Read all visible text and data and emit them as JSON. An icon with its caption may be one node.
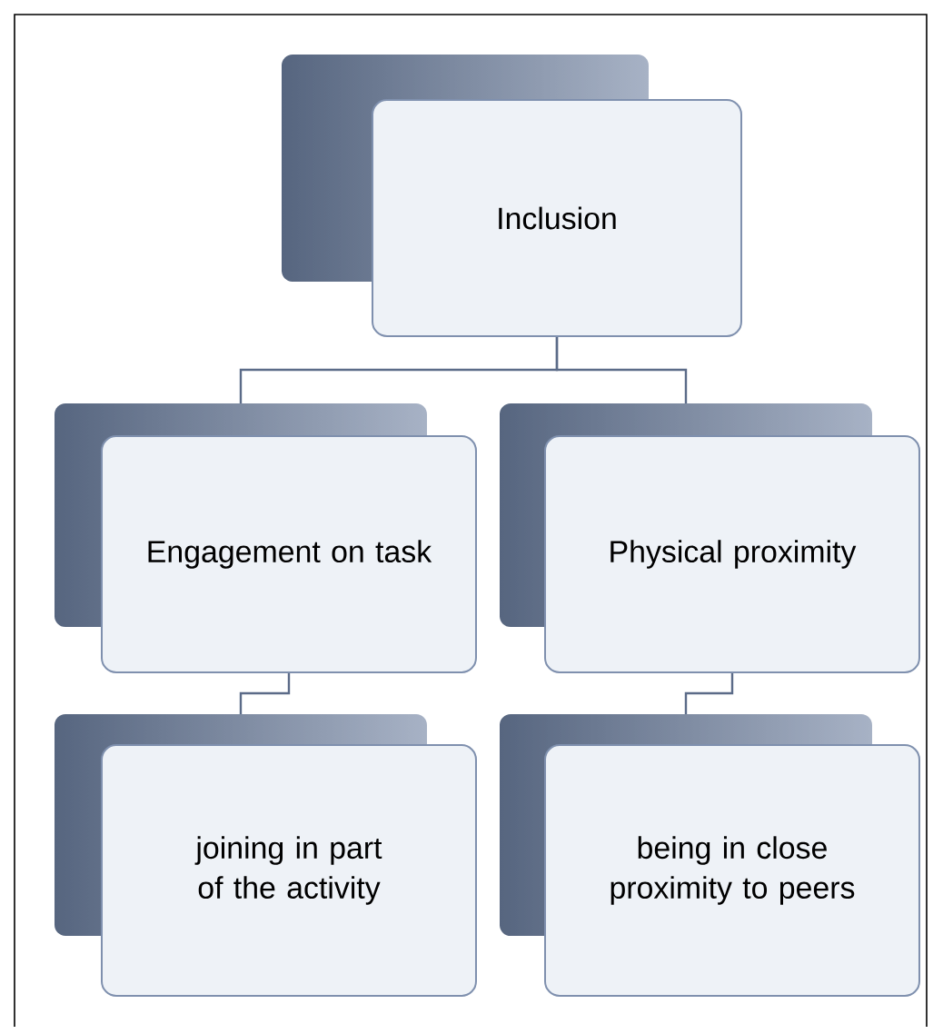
{
  "diagram": {
    "nodes": [
      {
        "text": [
          "Inclusion"
        ]
      },
      {
        "text": [
          "Engagement on task"
        ]
      },
      {
        "text": [
          "Physical proximity"
        ]
      },
      {
        "text": [
          "joining in part of the activity"
        ]
      },
      {
        "text": [
          "being in close proximity to peers"
        ]
      }
    ],
    "edges": [
      {
        "from": 0,
        "to": 1,
        "arrow": "none"
      },
      {
        "from": 0,
        "to": 2,
        "arrow": "none"
      },
      {
        "from": 1,
        "to": 3,
        "arrow": "none"
      },
      {
        "from": 2,
        "to": 4,
        "arrow": "none"
      }
    ]
  }
}
